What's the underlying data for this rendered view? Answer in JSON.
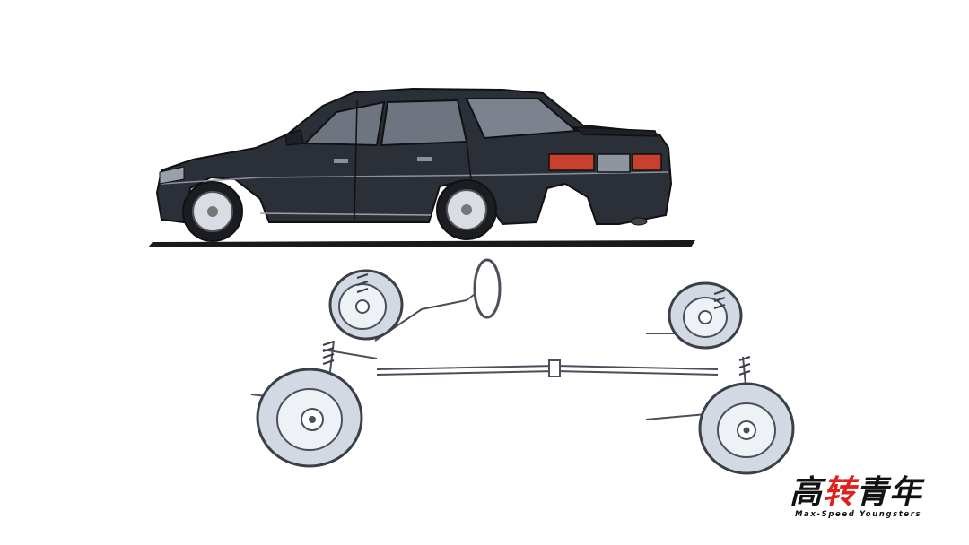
{
  "logo": {
    "cn_part1": "高",
    "cn_accent": "转",
    "cn_part2": "青年",
    "en": "Max-Speed Youngsters",
    "accent_color": "#e0201a",
    "text_color": "#111111"
  },
  "colors": {
    "car_body": "#2b2f38",
    "car_window": "#6e7480",
    "tail_light": "#c8402e",
    "ground_shadow": "#1a1a1a",
    "chassis_line": "#4a4f5a",
    "brake_fill": "#d3d9e2"
  }
}
